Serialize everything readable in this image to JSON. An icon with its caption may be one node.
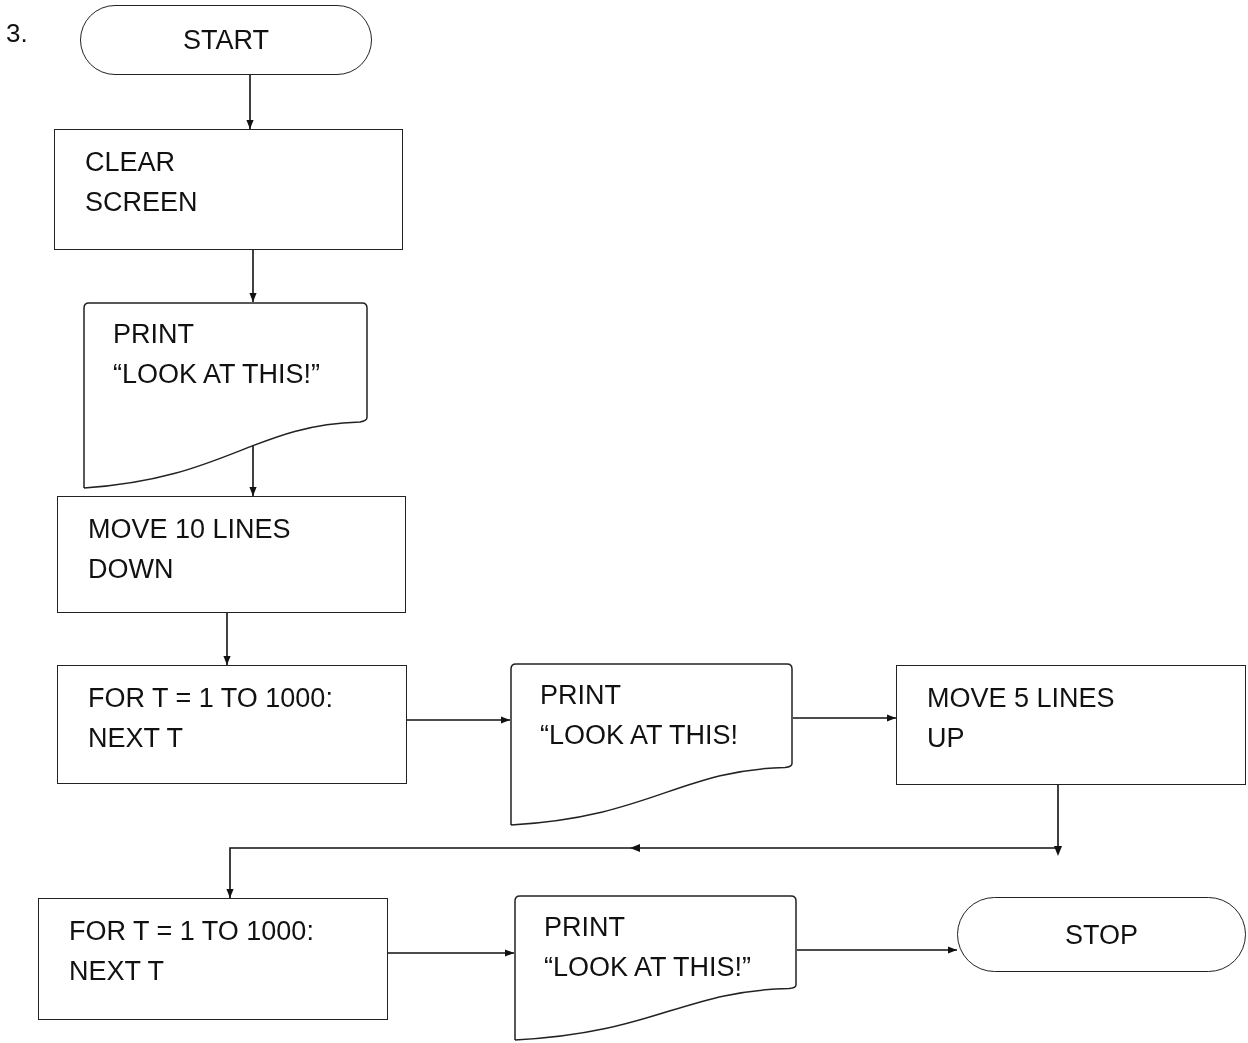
{
  "diagram": {
    "nodes": [
      {
        "text": [
          "START"
        ]
      },
      {
        "text": [
          "CLEAR SCREEN"
        ]
      },
      {
        "text": [
          "PRINT “LOOK AT THIS!”"
        ]
      },
      {
        "text": [
          "MOVE 10 LINES DOWN"
        ]
      },
      {
        "text": [
          "FOR T = 1 TO 1000: NEXT T"
        ]
      },
      {
        "text": [
          "PRINT “LOOK AT THIS!"
        ]
      },
      {
        "text": [
          "MOVE 5 LINES UP"
        ]
      },
      {
        "text": [
          "FOR T = 1 TO 1000: NEXT T"
        ]
      },
      {
        "text": [
          "PRINT “LOOK AT THIS!”"
        ]
      },
      {
        "text": [
          "STOP"
        ]
      }
    ],
    "edges": [
      {
        "from": 0,
        "to": 1,
        "arrow": "to"
      },
      {
        "from": 1,
        "to": 2,
        "arrow": "to"
      },
      {
        "from": 2,
        "to": 3,
        "arrow": "to"
      },
      {
        "from": 3,
        "to": 4,
        "arrow": "to"
      },
      {
        "from": 4,
        "to": 5,
        "arrow": "to"
      },
      {
        "from": 5,
        "to": 6,
        "arrow": "to"
      },
      {
        "from": 6,
        "to": 7,
        "arrow": "to"
      },
      {
        "from": 7,
        "to": 8,
        "arrow": "to"
      },
      {
        "from": 8,
        "to": 9,
        "arrow": "to"
      }
    ],
    "labels": [
      "3."
    ]
  }
}
